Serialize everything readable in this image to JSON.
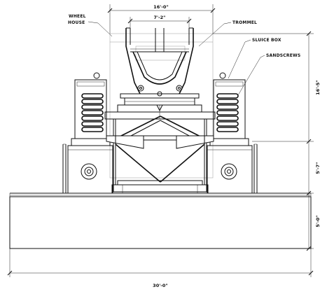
{
  "labels": {
    "wheel_house_line1": "WHEEL",
    "wheel_house_line2": "HOUSE",
    "trommel": "TROMMEL",
    "sluice_box": "SLUICE BOX",
    "sandscrews": "SANDSCREWS"
  },
  "dimensions": {
    "top_overall": "16'-0\"",
    "top_inner": "7'-2\"",
    "right_upper": "16'-5\"",
    "right_middle": "5'-7\"",
    "right_lower": "5'-0\"",
    "bottom_overall": "30'-0\""
  }
}
